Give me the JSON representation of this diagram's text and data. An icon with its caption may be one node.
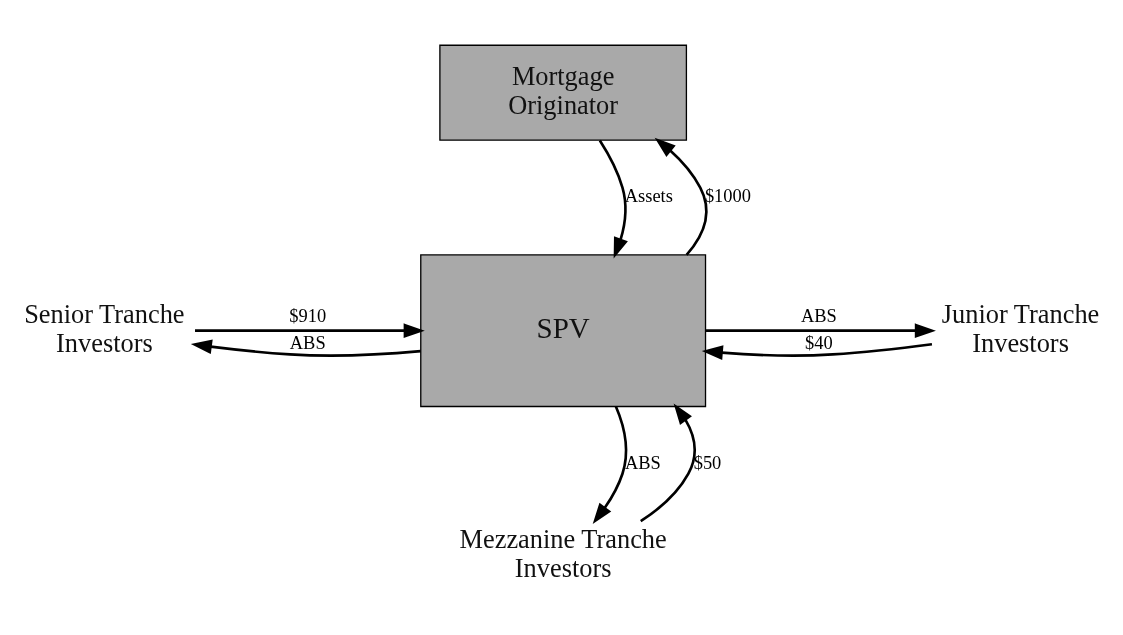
{
  "diagram": {
    "nodes": [
      {
        "text": [
          "Mortgage Originator"
        ]
      },
      {
        "text": [
          "SPV"
        ]
      },
      {
        "text": [
          "Senior Tranche Investors"
        ]
      },
      {
        "text": [
          "Junior Tranche Investors"
        ]
      },
      {
        "text": [
          "Mezzanine Tranche Investors"
        ]
      }
    ],
    "edges": [
      {
        "from": 0,
        "to": 1,
        "arrow": "to",
        "label": "Assets"
      },
      {
        "from": 1,
        "to": 0,
        "arrow": "to",
        "label": "$1000"
      },
      {
        "from": 2,
        "to": 1,
        "arrow": "to",
        "label": "$910"
      },
      {
        "from": 1,
        "to": 2,
        "arrow": "to",
        "label": "ABS"
      },
      {
        "from": 3,
        "to": 1,
        "arrow": "to",
        "label": "$40"
      },
      {
        "from": 1,
        "to": 3,
        "arrow": "to",
        "label": "ABS"
      },
      {
        "from": 1,
        "to": 4,
        "arrow": "to",
        "label": "ABS"
      },
      {
        "from": 4,
        "to": 1,
        "arrow": "to",
        "label": "$50"
      }
    ]
  }
}
